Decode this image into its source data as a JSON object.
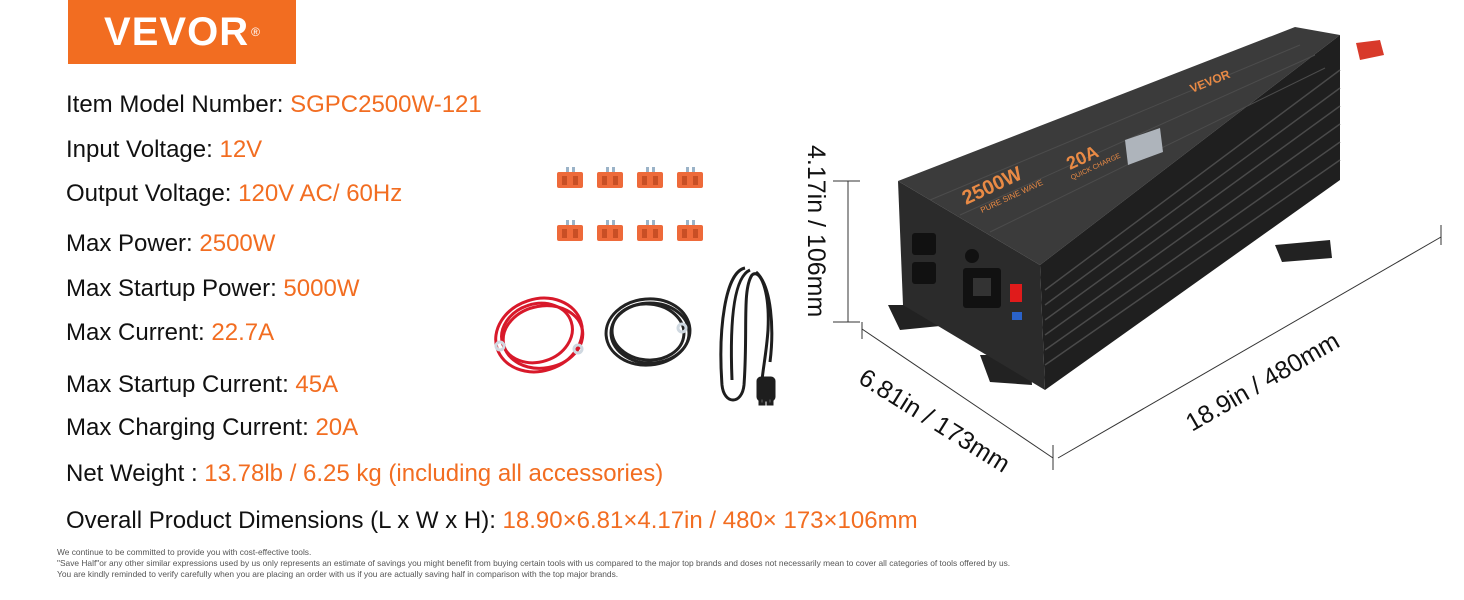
{
  "brand": {
    "name": "VEVOR",
    "mark": "®",
    "color": "#f26d21"
  },
  "specs": [
    {
      "label": "Item Model Number: ",
      "value": "SGPC2500W-121"
    },
    {
      "label": "Input Voltage: ",
      "value": "12V"
    },
    {
      "label": "Output Voltage: ",
      "value": "120V AC/ 60Hz"
    },
    {
      "label": "Max Power: ",
      "value": "2500W"
    },
    {
      "label": "Max Startup Power: ",
      "value": "5000W"
    },
    {
      "label": "Max Current: ",
      "value": "22.7A"
    },
    {
      "label": "Max Startup Current: ",
      "value": "45A"
    },
    {
      "label": "Max Charging Current: ",
      "value": "20A"
    },
    {
      "label": "Net Weight : ",
      "value": "13.78lb / 6.25 kg (including all accessories)"
    },
    {
      "label": "Overall Product Dimensions (L x W x H): ",
      "value": "18.90×6.81×4.17in / 480× 173×106mm"
    }
  ],
  "dimensions": {
    "height": "4.17in / 106mm",
    "width": "6.81in / 173mm",
    "length": "18.9in / 480mm"
  },
  "product_labels": {
    "power": "2500W",
    "wave": "PURE SINE WAVE",
    "charge": "20A",
    "charge_sub": "QUICK CHARGE",
    "brand": "VEVOR"
  },
  "disclaimer": [
    "We continue to be committed to provide you with cost-effective tools.",
    "\"Save Half\"or any other similar expressions used by us only represents an estimate of savings you might benefit from buying certain tools with us compared to the major top brands and doses not necessarily mean to cover all categories of tools offered by us.",
    "You are kindly reminded to verify carefully when you are placing an order with us if you are actually saving half in comparison with the top major brands."
  ]
}
